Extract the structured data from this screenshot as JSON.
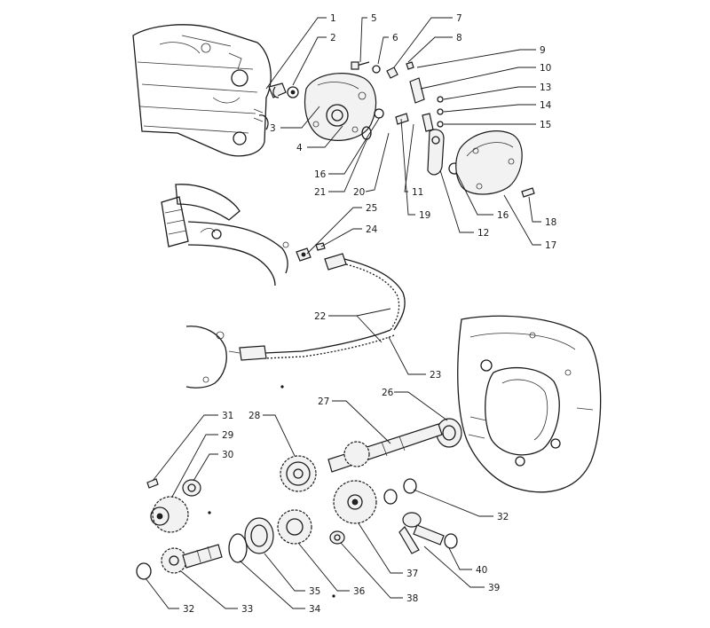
{
  "callouts": [
    "1",
    "2",
    "3",
    "4",
    "5",
    "6",
    "7",
    "8",
    "9",
    "10",
    "13",
    "14",
    "15",
    "16",
    "21",
    "20",
    "11",
    "19",
    "16",
    "12",
    "18",
    "17",
    "25",
    "24",
    "22",
    "23",
    "26",
    "27",
    "28",
    "31",
    "29",
    "30",
    "32",
    "37",
    "40",
    "39",
    "38",
    "36",
    "35",
    "34",
    "33",
    "32"
  ]
}
